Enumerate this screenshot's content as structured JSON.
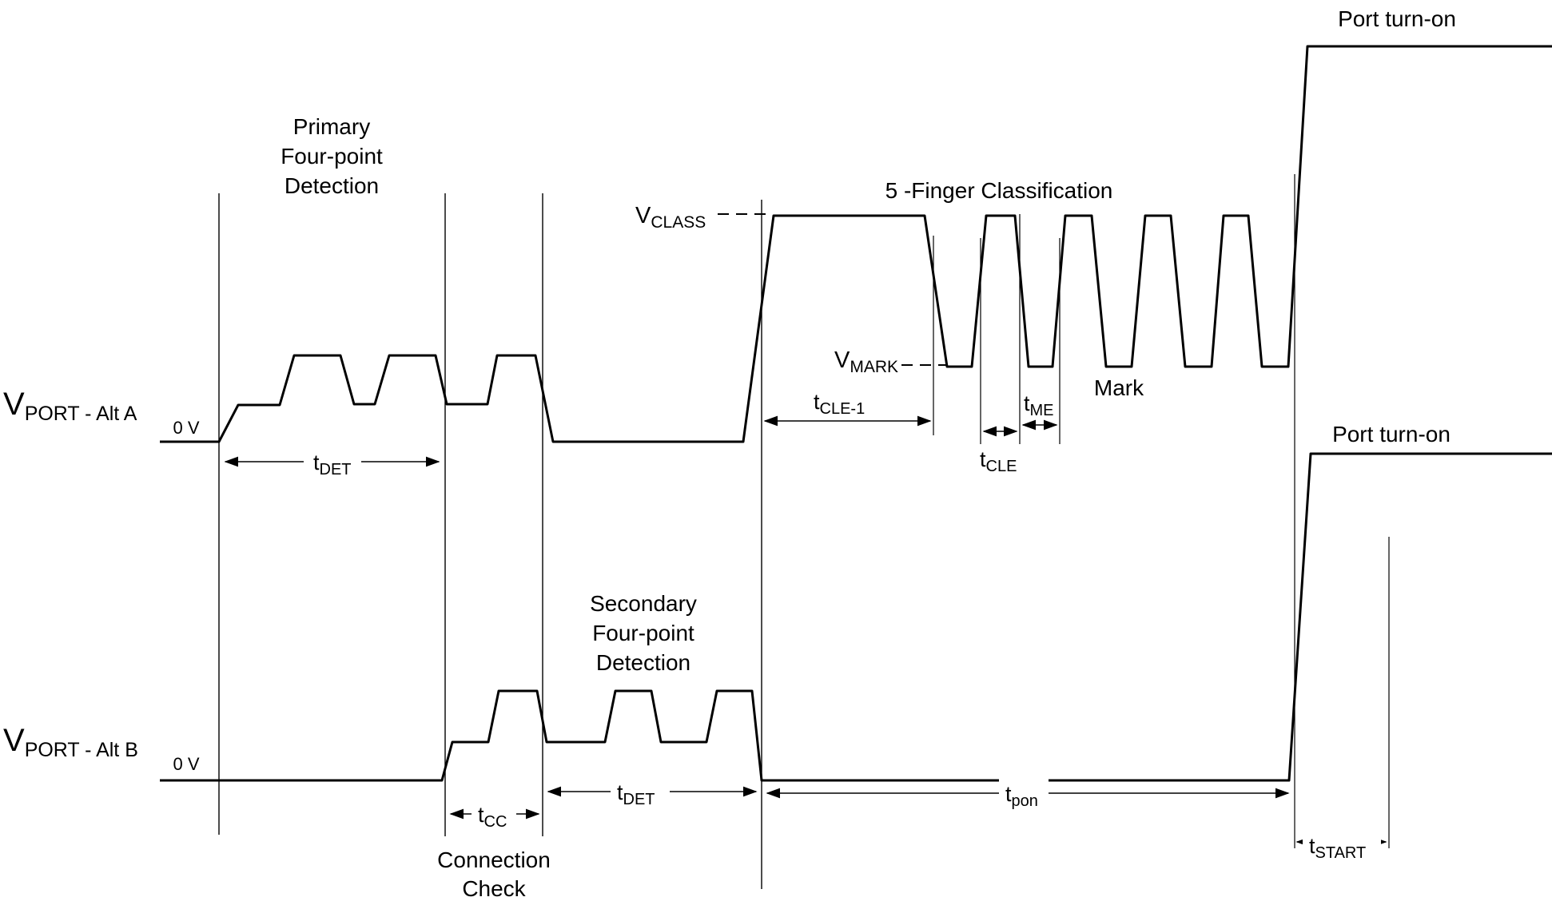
{
  "diagram": {
    "background_color": "#ffffff",
    "line_color": "#000000",
    "phase_labels": {
      "primary_detection": {
        "line1": "Primary",
        "line2": "Four-point",
        "line3": "Detection"
      },
      "connection_check": {
        "line1": "Connection",
        "line2": "Check"
      },
      "secondary_detection": {
        "line1": "Secondary",
        "line2": "Four-point",
        "line3": "Detection"
      },
      "classification": "5 -Finger Classification",
      "mark": "Mark",
      "port_turn_on_top": "Port turn-on",
      "port_turn_on_right": "Port turn-on"
    },
    "signal_labels": {
      "vport_alt_a": {
        "main": "V",
        "sub": "PORT - Alt A"
      },
      "vport_alt_b": {
        "main": "V",
        "sub": "PORT - Alt B"
      },
      "zero_v_a": "0 V",
      "zero_v_b": "0 V",
      "vclass": {
        "main": "V",
        "sub": "CLASS"
      },
      "vmark": {
        "main": "V",
        "sub": "MARK"
      }
    },
    "timing_labels": {
      "tdet_a": {
        "main": "t",
        "sub": "DET"
      },
      "tcc": {
        "main": "t",
        "sub": "CC"
      },
      "tdet_b": {
        "main": "t",
        "sub": "DET"
      },
      "tpon": {
        "main": "t",
        "sub": "pon"
      },
      "tcle1": {
        "main": "t",
        "sub": "CLE-1"
      },
      "tcle": {
        "main": "t",
        "sub": "CLE"
      },
      "tme": {
        "main": "t",
        "sub": "ME"
      },
      "tstart": {
        "main": "t",
        "sub": "START"
      }
    }
  }
}
